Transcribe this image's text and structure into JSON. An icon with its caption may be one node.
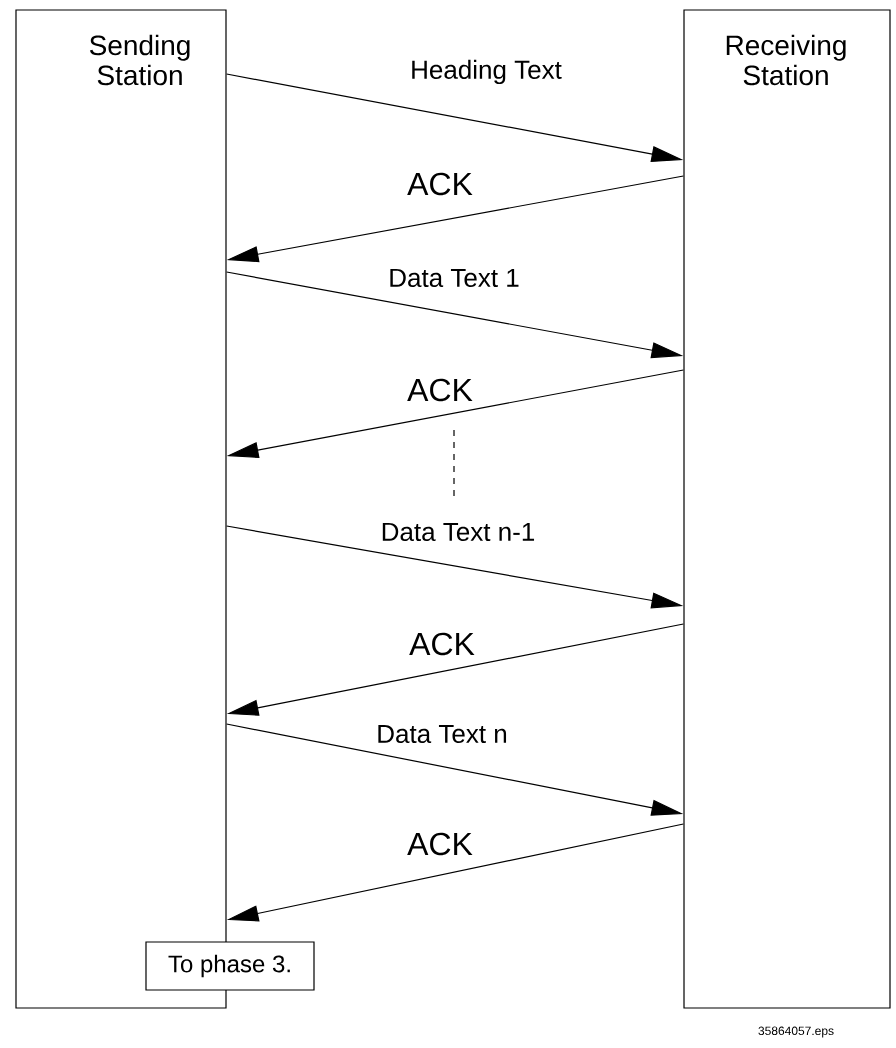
{
  "diagram": {
    "nodes": [
      {
        "text": [
          "Sending Station"
        ]
      },
      {
        "text": [
          "Receiving Station"
        ]
      },
      {
        "text": [
          "To phase 3."
        ]
      }
    ],
    "edges": [
      {
        "from": 0,
        "to": 1,
        "arrow": "to",
        "label": "Heading Text"
      },
      {
        "from": 1,
        "to": 0,
        "arrow": "to",
        "label": "ACK"
      },
      {
        "from": 0,
        "to": 1,
        "arrow": "to",
        "label": "Data Text 1"
      },
      {
        "from": 1,
        "to": 0,
        "arrow": "to",
        "label": "ACK"
      },
      {
        "from": 0,
        "to": 1,
        "arrow": "to",
        "label": "Data Text n-1"
      },
      {
        "from": 1,
        "to": 0,
        "arrow": "to",
        "label": "ACK"
      },
      {
        "from": 0,
        "to": 1,
        "arrow": "to",
        "label": "Data Text n"
      },
      {
        "from": 1,
        "to": 0,
        "arrow": "to",
        "label": "ACK"
      }
    ],
    "labels": [
      "35864057.eps"
    ]
  }
}
